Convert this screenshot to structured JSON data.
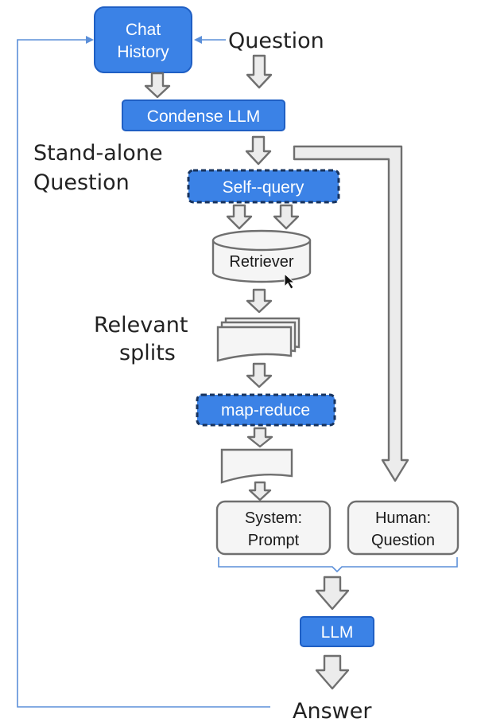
{
  "nodes": {
    "chat_history": {
      "line1": "Chat",
      "line2": "History"
    },
    "question": "Question",
    "condense_llm": "Condense LLM",
    "standalone_question": {
      "line1": "Stand-alone",
      "line2": "Question"
    },
    "self_query": "Self--query",
    "retriever": "Retriever",
    "relevant_splits": {
      "line1": "Relevant",
      "line2": "splits"
    },
    "map_reduce": "map-reduce",
    "system_prompt": {
      "line1": "System:",
      "line2": "Prompt"
    },
    "human_question": {
      "line1": "Human:",
      "line2": "Question"
    },
    "llm": "LLM",
    "answer": "Answer"
  },
  "colors": {
    "blue_box": "#3b82e6",
    "dashed_border": "#17335e",
    "arrow_fill": "#ececec",
    "gray_stroke": "#6f6f6f",
    "feedback_line": "#5b8fd9"
  }
}
